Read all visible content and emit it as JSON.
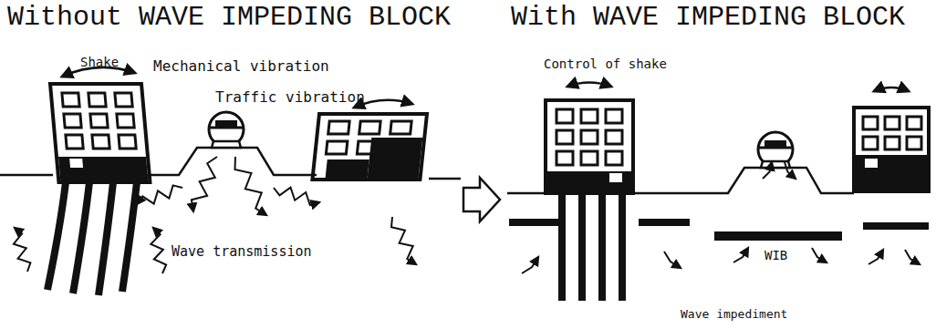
{
  "diagram": {
    "labels": [
      "Without WAVE IMPEDING BLOCK",
      "With WAVE IMPEDING BLOCK",
      "Shake",
      "Mechanical vibration",
      "Traffic vibration",
      "Wave transmission",
      "Control of shake",
      "WIB",
      "Wave impediment"
    ]
  }
}
